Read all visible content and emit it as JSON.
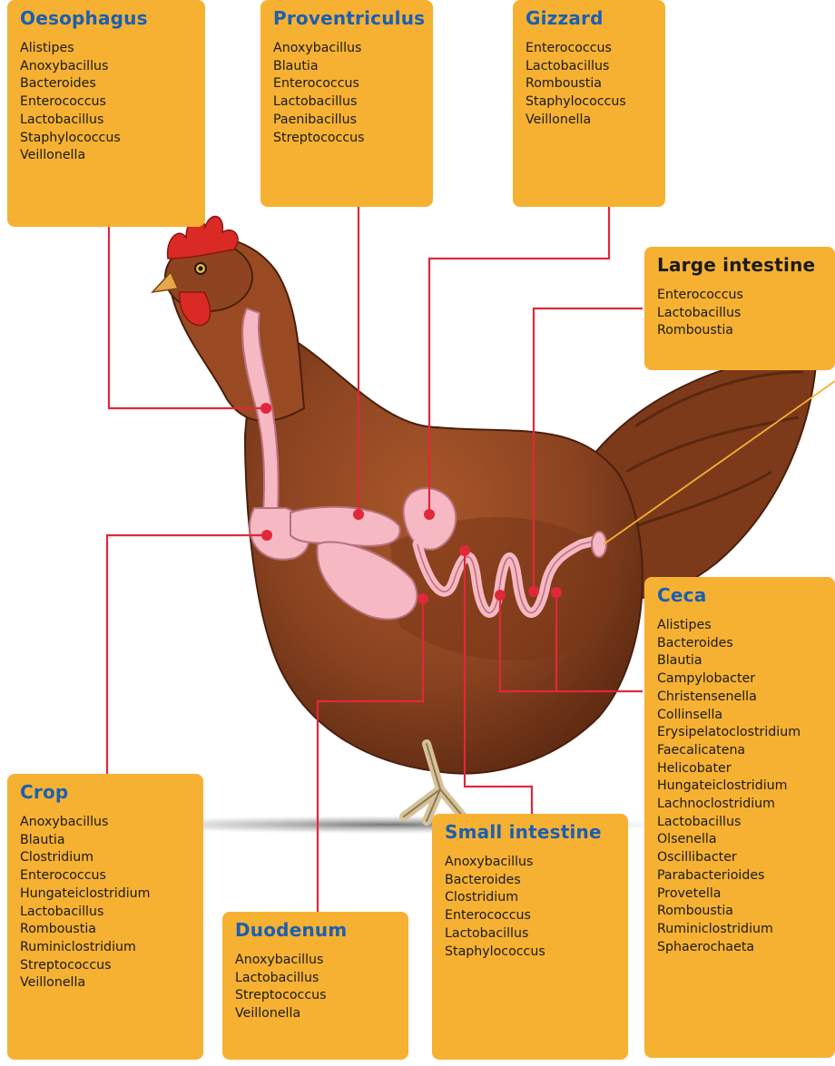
{
  "organs": {
    "oesophagus": {
      "title": "Oesophagus",
      "bacteria": [
        "Alistipes",
        "Anoxybacillus",
        "Bacteroides",
        "Enterococcus",
        "Lactobacillus",
        "Staphylococcus",
        "Veillonella"
      ]
    },
    "proventriculus": {
      "title": "Proventriculus",
      "bacteria": [
        "Anoxybacillus",
        "Blautia",
        "Enterococcus",
        "Lactobacillus",
        "Paenibacillus",
        "Streptococcus"
      ]
    },
    "gizzard": {
      "title": "Gizzard",
      "bacteria": [
        "Enterococcus",
        "Lactobacillus",
        "Romboustia",
        "Staphylococcus",
        "Veillonella"
      ]
    },
    "large_intestine": {
      "title": "Large intestine",
      "bacteria": [
        "Enterococcus",
        "Lactobacillus",
        "Romboustia"
      ]
    },
    "ceca": {
      "title": "Ceca",
      "bacteria": [
        "Alistipes",
        "Bacteroides",
        "Blautia",
        "Campylobacter",
        "Christensenella",
        "Collinsella",
        "Erysipelatoclostridium",
        "Faecalicatena",
        "Helicobater",
        "Hungateiclostridium",
        "Lachnoclostridium",
        "Lactobacillus",
        "Olsenella",
        "Oscillibacter",
        "Parabacterioides",
        "Provetella",
        "Romboustia",
        "Ruminiclostridium",
        "Sphaerochaeta"
      ]
    },
    "crop": {
      "title": "Crop",
      "bacteria": [
        "Anoxybacillus",
        "Blautia",
        "Clostridium",
        "Enterococcus",
        "Hungateiclostridium",
        "Lactobacillus",
        "Romboustia",
        "Ruminiclostridium",
        "Streptococcus",
        "Veillonella"
      ]
    },
    "duodenum": {
      "title": "Duodenum",
      "bacteria": [
        "Anoxybacillus",
        "Lactobacillus",
        "Streptococcus",
        "Veillonella"
      ]
    },
    "small_intestine": {
      "title": "Small intestine",
      "bacteria": [
        "Anoxybacillus",
        "Bacteroides",
        "Clostridium",
        "Enterococcus",
        "Lactobacillus",
        "Staphylococcus"
      ]
    }
  },
  "colors": {
    "box": "#f6b132",
    "title": "#1b5fb1",
    "leader": "#e0283a",
    "organ": "#f6b9c3",
    "hen": "#8a4320"
  }
}
